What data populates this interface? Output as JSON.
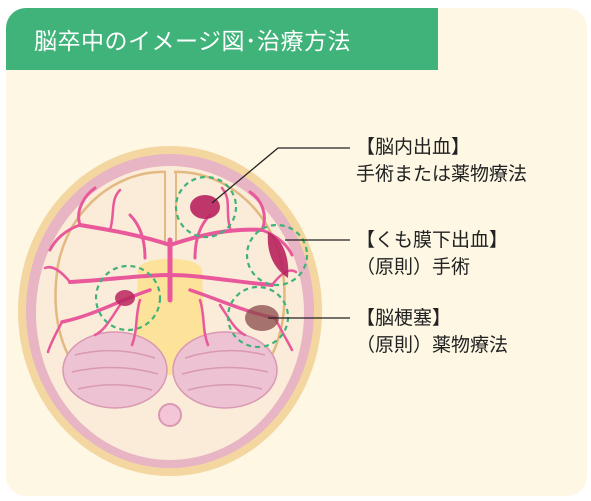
{
  "header": {
    "title": "脳卒中のイメージ図･治療方法"
  },
  "callouts": [
    {
      "name": "【脳内出血】",
      "treatment": "手術または薬物療法"
    },
    {
      "name": "【くも膜下出血】",
      "treatment": "（原則）手術"
    },
    {
      "name": "【脳梗塞】",
      "treatment": "（原則）薬物療法"
    }
  ],
  "colors": {
    "header_bg": "#3fb37a",
    "card_bg": "#fdf7e4",
    "vessel": "#e8589a",
    "highlight_ring": "#3fb37a",
    "lesion": "#b8245e"
  }
}
